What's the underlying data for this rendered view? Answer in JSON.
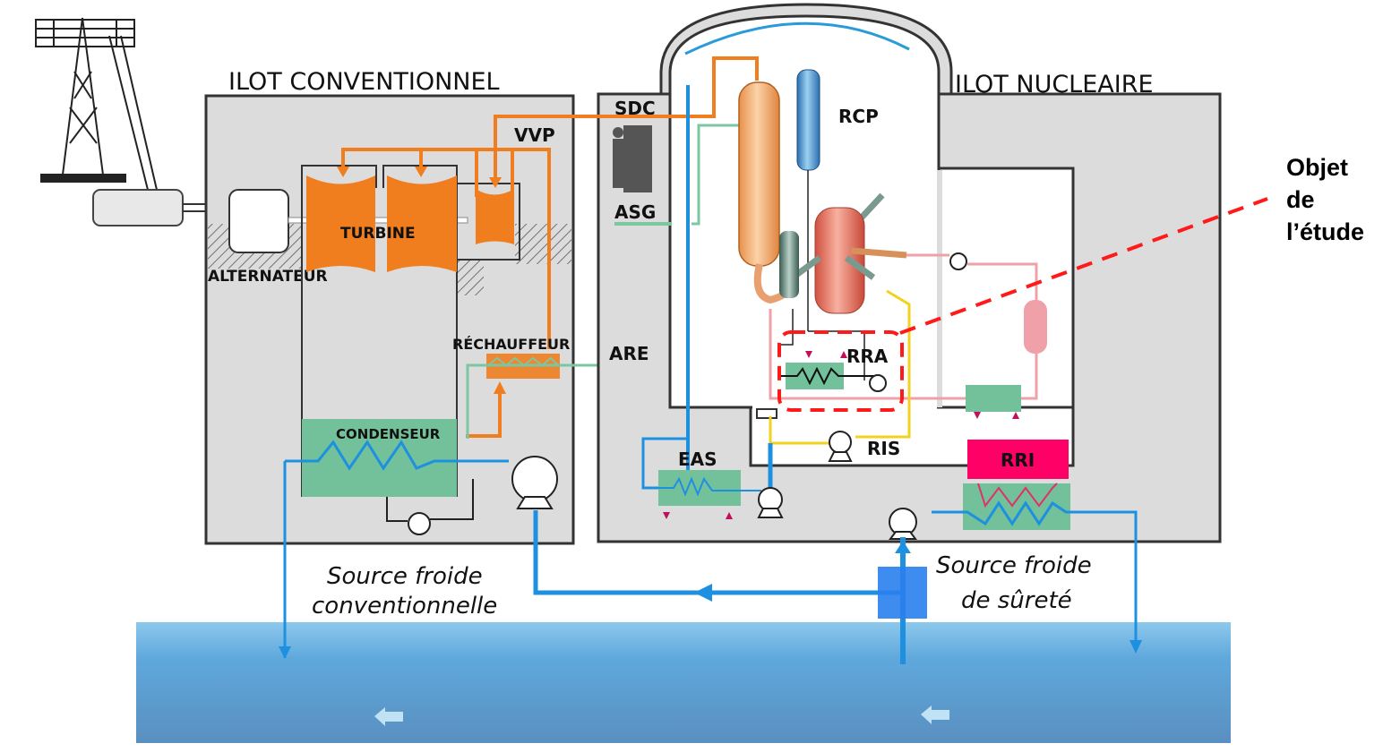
{
  "titles": {
    "conventional": "ILOT CONVENTIONNEL",
    "nuclear": "ILOT NUCLEAIRE"
  },
  "labels": {
    "turbine": "TURBINE",
    "alternator": "ALTERNATEUR",
    "reheater": "RÉCHAUFFEUR",
    "condenser": "CONDENSEUR",
    "vvp": "VVP",
    "sdc": "SDC",
    "asg": "ASG",
    "are": "ARE",
    "rcp": "RCP",
    "rra": "RRA",
    "ris": "RIS",
    "eas": "EAS",
    "rri": "RRI"
  },
  "cold_sources": {
    "conventional_line1": "Source froide",
    "conventional_line2": "conventionnelle",
    "safety_line1": "Source froide",
    "safety_line2": "de sûreté"
  },
  "annotation": {
    "line1": "Objet",
    "line2": "de",
    "line3": "l’étude"
  },
  "colors": {
    "steam": "#f07d1e",
    "feedwater": "#7cc7a2",
    "cooling_water": "#1e90e0",
    "primary": "#f0a0a8",
    "safety_injection": "#f2d21c",
    "rri": "#ff0066",
    "highlight": "#ff1a1a",
    "building": "#dcdcdc"
  }
}
